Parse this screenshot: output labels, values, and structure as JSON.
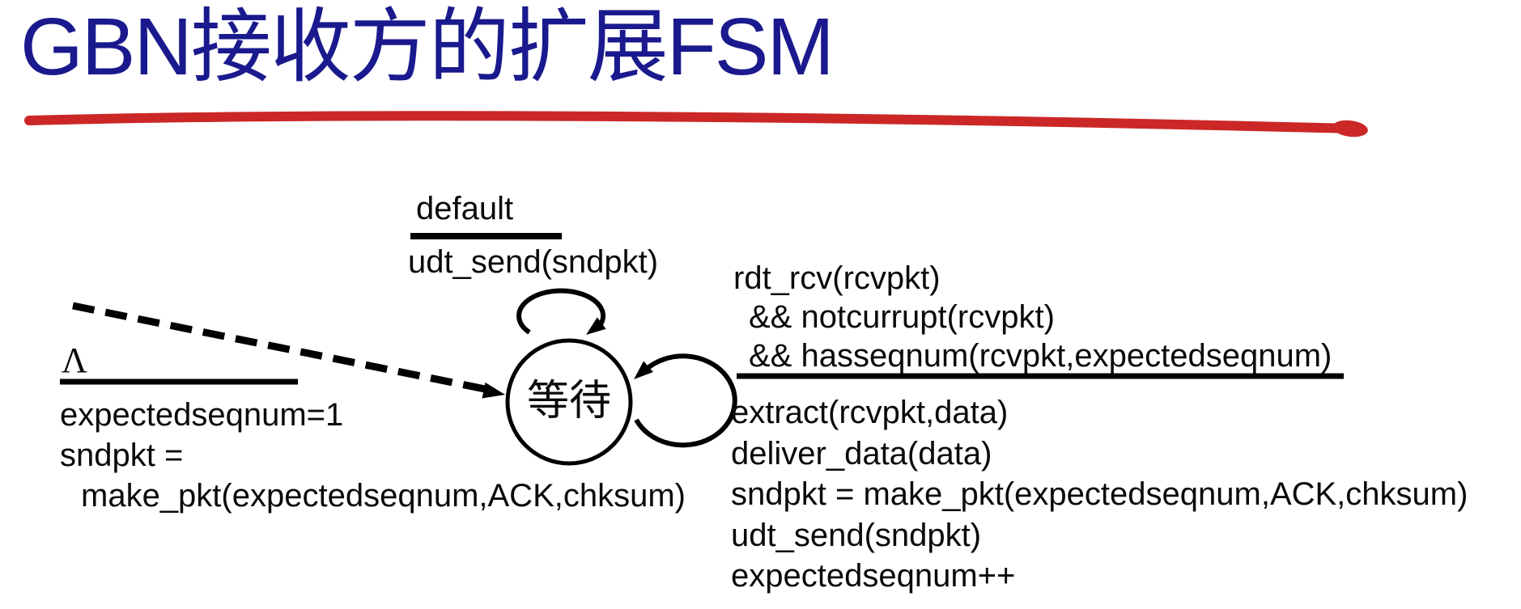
{
  "title": {
    "text": "GBN接收方的扩展FSM"
  },
  "colors": {
    "title": "#1a1a8e",
    "underline": "#cb2727",
    "diagram": "#000000"
  },
  "fsm": {
    "state": {
      "label": "等待"
    },
    "self_loop_top": {
      "event": "default",
      "action": "udt_send(sndpkt)"
    },
    "initial_transition": {
      "event": "Λ",
      "actions": [
        "expectedseqnum=1",
        "sndpkt =",
        "make_pkt(expectedseqnum,ACK,chksum)"
      ]
    },
    "self_loop_right": {
      "conditions": [
        "rdt_rcv(rcvpkt)",
        "&& notcurrupt(rcvpkt)",
        "&& hasseqnum(rcvpkt,expectedseqnum)"
      ],
      "actions": [
        "extract(rcvpkt,data)",
        "deliver_data(data)",
        "sndpkt = make_pkt(expectedseqnum,ACK,chksum)",
        "udt_send(sndpkt)",
        "expectedseqnum++"
      ]
    }
  }
}
